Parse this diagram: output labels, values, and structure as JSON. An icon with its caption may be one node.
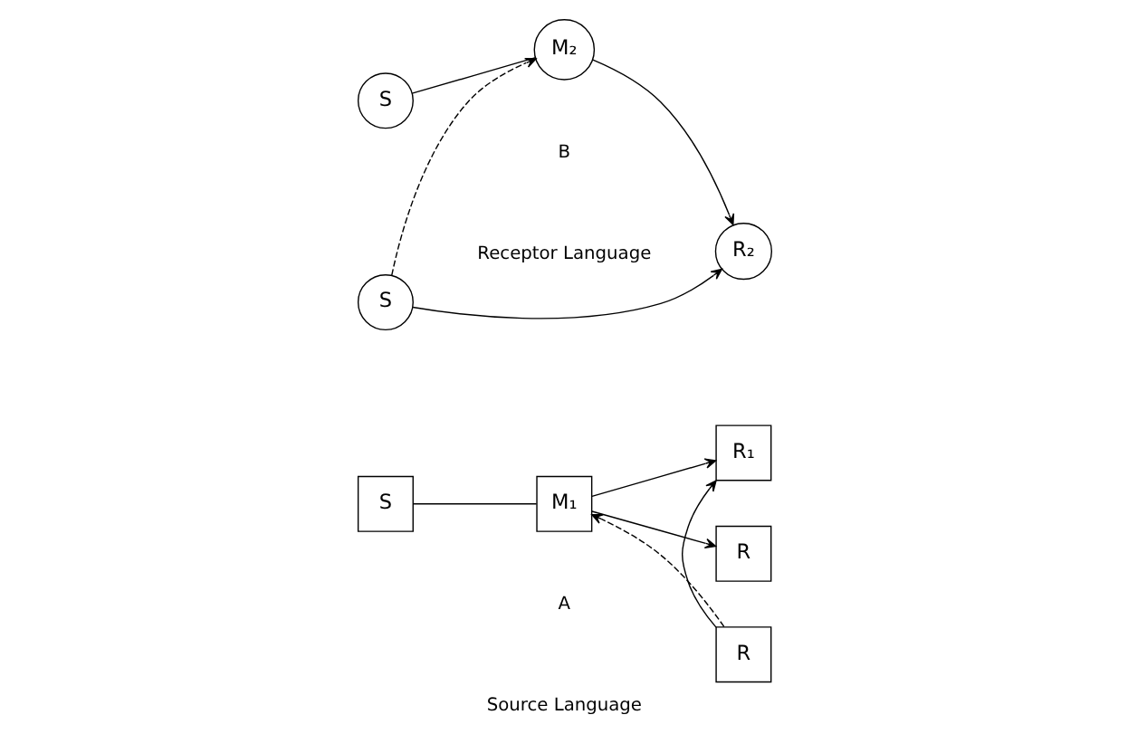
{
  "diagram": {
    "nodes": [
      {
        "text": [
          "S"
        ]
      },
      {
        "text": [
          "M₁"
        ]
      },
      {
        "text": [
          "R₁"
        ]
      },
      {
        "text": [
          "R"
        ]
      },
      {
        "text": [
          "S"
        ]
      },
      {
        "text": [
          "M₂"
        ]
      },
      {
        "text": [
          "R₂"
        ]
      },
      {
        "text": [
          "R"
        ]
      },
      {
        "text": [
          "S"
        ]
      }
    ],
    "edges": [
      {
        "from": 0,
        "to": 1,
        "arrow": "none"
      },
      {
        "from": 1,
        "to": 2,
        "arrow": "to"
      },
      {
        "from": 1,
        "to": 3,
        "arrow": "to"
      },
      {
        "from": 7,
        "to": 2,
        "arrow": "to"
      },
      {
        "from": 7,
        "to": 1,
        "arrow": "to",
        "style": "dashed"
      },
      {
        "from": 4,
        "to": 5,
        "arrow": "none"
      },
      {
        "from": 5,
        "to": 6,
        "arrow": "to"
      },
      {
        "from": 8,
        "to": 5,
        "arrow": "to",
        "style": "dashed"
      },
      {
        "from": 8,
        "to": 6,
        "arrow": "to"
      }
    ],
    "labels": [
      "A",
      "Source Language",
      "B",
      "Receptor Language"
    ]
  }
}
